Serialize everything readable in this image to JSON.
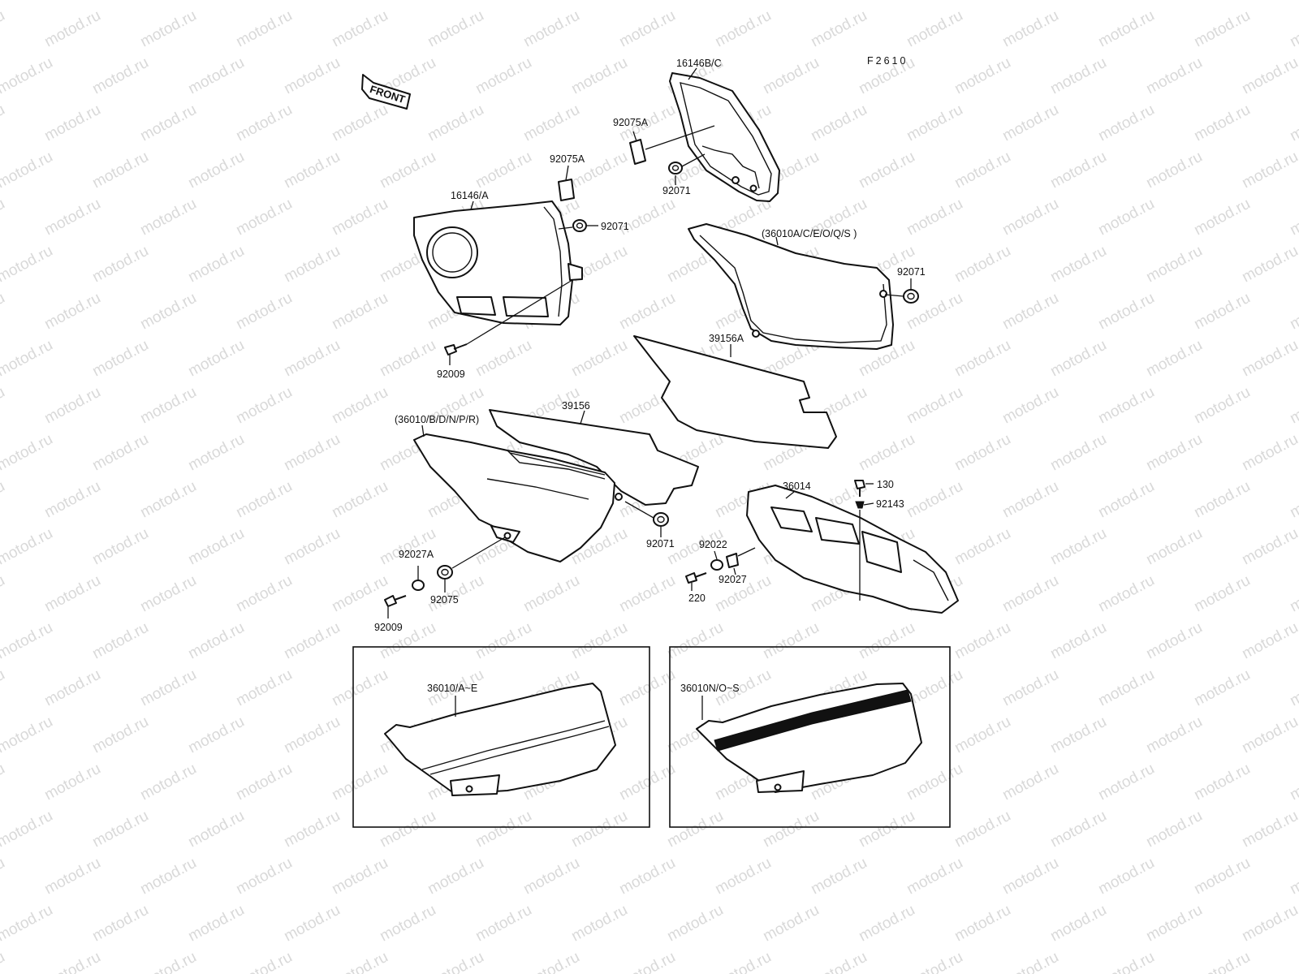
{
  "watermark": "motod.ru",
  "figure_code": "F2610",
  "direction_label": "FRONT",
  "parts": {
    "p16146BC": "16146B/C",
    "p92075A_upper": "92075A",
    "p92071_upper": "92071",
    "p92075A_lower": "92075A",
    "p16146A": "16146/A",
    "p92071_mid": "92071",
    "p92009_upper": "92009",
    "p36010ACEOQS": "(36010A/C/E/O/Q/S )",
    "p92071_right": "92071",
    "p39156A": "39156A",
    "p39156": "39156",
    "p36010BDNPR": "(36010/B/D/N/P/R)",
    "p92071_lower": "92071",
    "p36014": "36014",
    "p130": "130",
    "p92143": "92143",
    "p92022": "92022",
    "p92027": "92027",
    "p220": "220",
    "p92027A": "92027A",
    "p92075": "92075",
    "p92009_lower": "92009"
  },
  "insets": {
    "left_label": "36010/A~E",
    "right_label": "36010N/O~S"
  }
}
